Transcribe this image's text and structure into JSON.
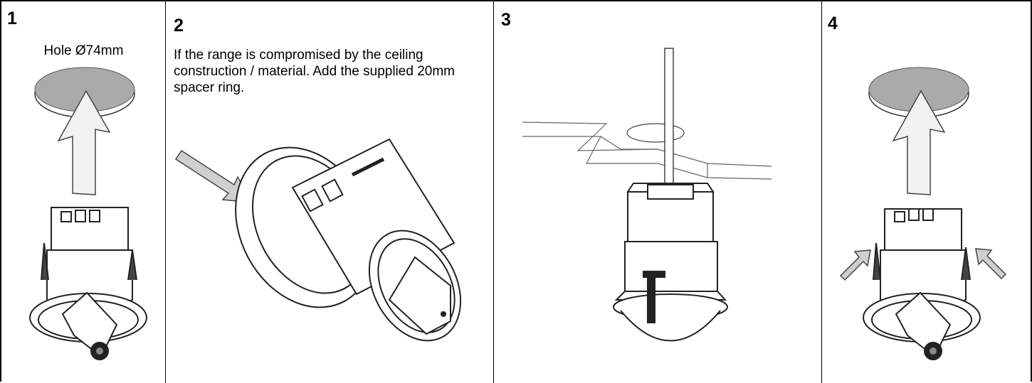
{
  "panels": [
    {
      "step": "1",
      "caption": "Hole Ø74mm"
    },
    {
      "step": "2",
      "caption": "If the range is compromised by the ceiling construction / material. Add the supplied 20mm spacer ring."
    },
    {
      "step": "3",
      "caption": ""
    },
    {
      "step": "4",
      "caption": ""
    }
  ],
  "colors": {
    "hole_fill": "#aaaaaa",
    "arrow_fill_light": "#f2f2f2",
    "arrow_fill_grey": "#cfcfcf",
    "line": "#333333"
  }
}
